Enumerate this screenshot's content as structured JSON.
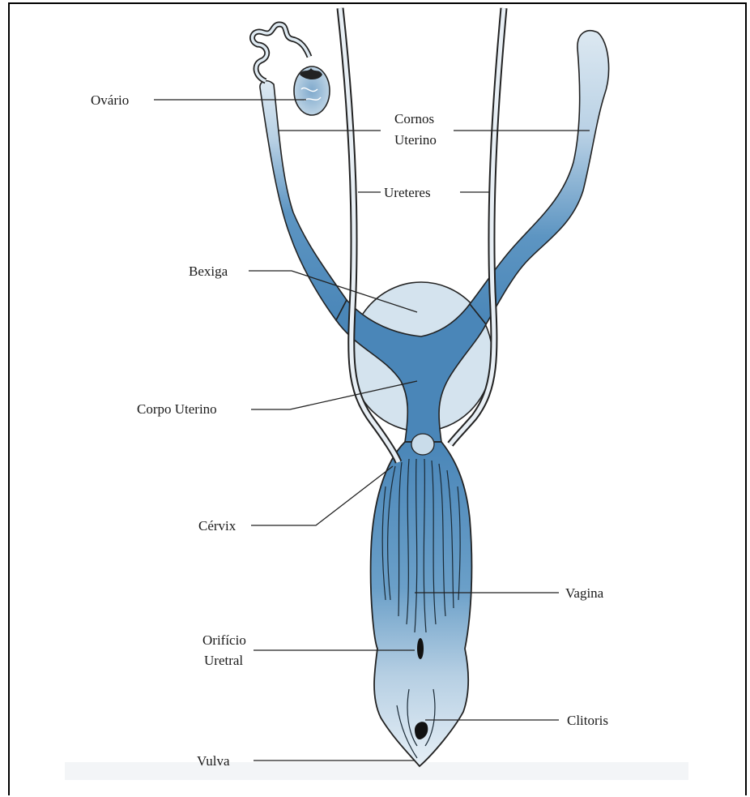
{
  "labels": {
    "ovario": "Ovário",
    "cornos_line1": "Cornos",
    "cornos_line2": "Uterino",
    "ureteres": "Ureteres",
    "bexiga": "Bexiga",
    "corpo_uterino": "Corpo Uterino",
    "cervix": "Cérvix",
    "vagina": "Vagina",
    "orificio_line1": "Orifício",
    "orificio_line2": "Uretral",
    "clitoris": "Clitoris",
    "vulva": "Vulva"
  },
  "colors": {
    "uterus_blue": "#4a86b8",
    "light_blue": "#d7e5ef",
    "bladder": "#d4e3ee",
    "outline": "#222222"
  }
}
